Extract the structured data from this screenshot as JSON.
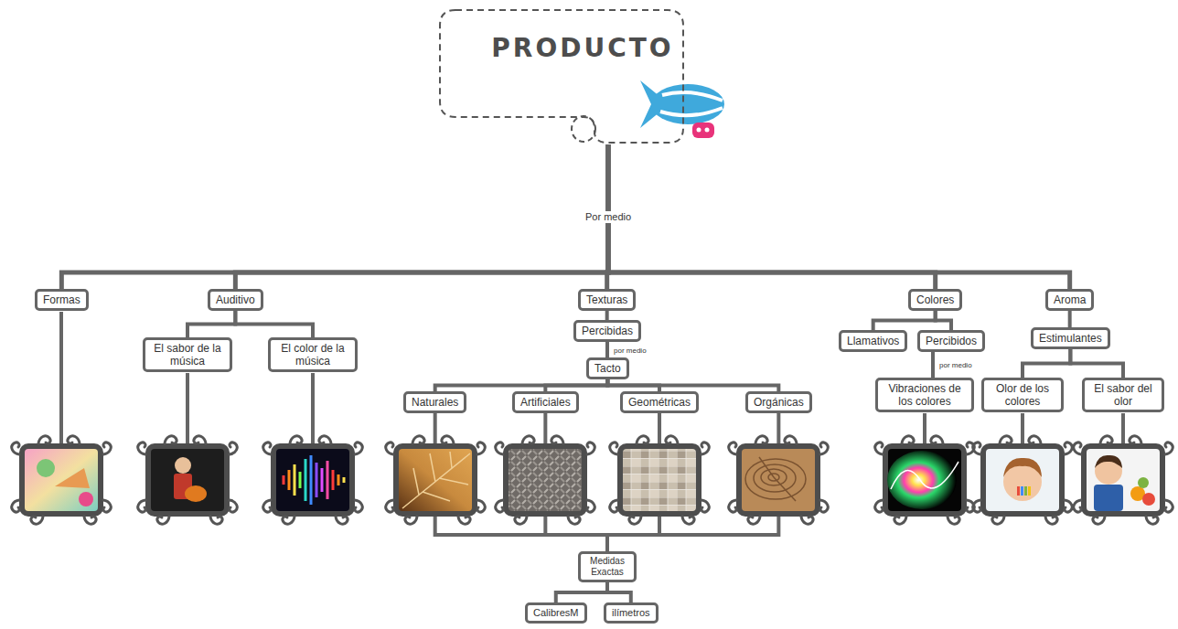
{
  "diagram": {
    "nodes": [
      {
        "text": [
          "PRODUCTO"
        ]
      },
      {
        "text": [
          "Formas"
        ]
      },
      {
        "text": [
          "Auditivo"
        ]
      },
      {
        "text": [
          "Texturas"
        ]
      },
      {
        "text": [
          "Colores"
        ]
      },
      {
        "text": [
          "Aroma"
        ]
      },
      {
        "text": [
          "El sabor de la música"
        ]
      },
      {
        "text": [
          "El color de la música"
        ]
      },
      {
        "text": [
          "Percibidas"
        ]
      },
      {
        "text": [
          "Llamativos"
        ]
      },
      {
        "text": [
          "Percibidos"
        ]
      },
      {
        "text": [
          "Estimulantes"
        ]
      },
      {
        "text": [
          "Tacto"
        ]
      },
      {
        "text": [
          "Naturales"
        ]
      },
      {
        "text": [
          "Artificiales"
        ]
      },
      {
        "text": [
          "Geométricas"
        ]
      },
      {
        "text": [
          "Orgánicas"
        ]
      },
      {
        "text": [
          "Vibraciones de los colores"
        ]
      },
      {
        "text": [
          "Olor de los colores"
        ]
      },
      {
        "text": [
          "El sabor del olor"
        ]
      },
      {
        "text": [
          "Medidas Exactas"
        ]
      },
      {
        "text": [
          "CalibresM"
        ]
      },
      {
        "text": [
          "ilímetros"
        ]
      }
    ],
    "edges": [
      {
        "from": 0,
        "to": 1,
        "arrow": "none"
      },
      {
        "from": 0,
        "to": 2,
        "arrow": "none"
      },
      {
        "from": 0,
        "to": 3,
        "arrow": "none"
      },
      {
        "from": 0,
        "to": 4,
        "arrow": "none"
      },
      {
        "from": 0,
        "to": 5,
        "arrow": "none"
      },
      {
        "from": 2,
        "to": 6,
        "arrow": "none"
      },
      {
        "from": 2,
        "to": 7,
        "arrow": "none"
      },
      {
        "from": 3,
        "to": 8,
        "arrow": "none"
      },
      {
        "from": 8,
        "to": 12,
        "label": "por medio",
        "arrow": "none"
      },
      {
        "from": 12,
        "to": 13,
        "arrow": "none"
      },
      {
        "from": 12,
        "to": 14,
        "arrow": "none"
      },
      {
        "from": 12,
        "to": 15,
        "arrow": "none"
      },
      {
        "from": 12,
        "to": 16,
        "arrow": "none"
      },
      {
        "from": 4,
        "to": 9,
        "arrow": "none"
      },
      {
        "from": 4,
        "to": 10,
        "arrow": "none"
      },
      {
        "from": 10,
        "to": 17,
        "label": "por medio",
        "arrow": "none"
      },
      {
        "from": 5,
        "to": 11,
        "arrow": "none"
      },
      {
        "from": 11,
        "to": 18,
        "arrow": "none"
      },
      {
        "from": 11,
        "to": 19,
        "arrow": "none"
      },
      {
        "from": 13,
        "to": 20,
        "arrow": "none"
      },
      {
        "from": 14,
        "to": 20,
        "arrow": "none"
      },
      {
        "from": 15,
        "to": 20,
        "arrow": "none"
      },
      {
        "from": 16,
        "to": 20,
        "arrow": "none"
      },
      {
        "from": 20,
        "to": 21,
        "arrow": "none"
      },
      {
        "from": 20,
        "to": 22,
        "arrow": "none"
      }
    ],
    "labels": [
      "Por medio"
    ]
  }
}
